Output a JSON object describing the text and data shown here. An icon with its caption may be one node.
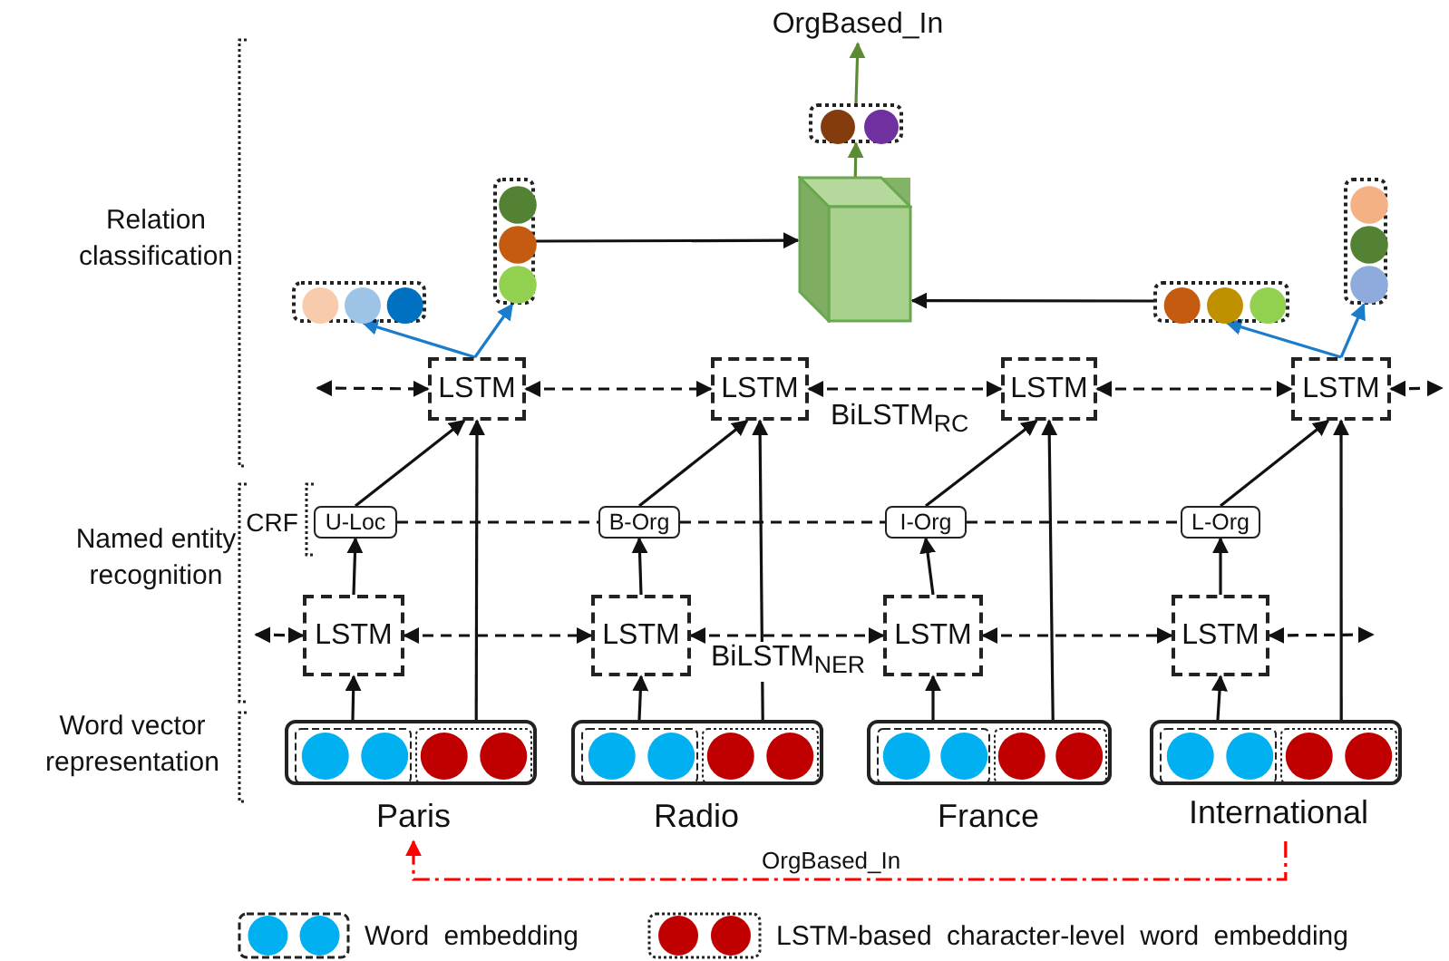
{
  "diagram": {
    "nodes": [
      {
        "text": [
          "OrgBased_In"
        ]
      },
      {
        "text": [],
        "shape": "bar"
      },
      {
        "text": [],
        "shape": "box"
      },
      {
        "text": [],
        "shape": "bar"
      },
      {
        "text": [],
        "shape": "bar"
      },
      {
        "text": [],
        "shape": "bar"
      },
      {
        "text": [],
        "shape": "bar"
      },
      {
        "text": [
          "LSTM"
        ]
      },
      {
        "text": [
          "LSTM"
        ]
      },
      {
        "text": [
          "LSTM"
        ]
      },
      {
        "text": [
          "LSTM"
        ]
      },
      {
        "text": [
          "U-Loc"
        ]
      },
      {
        "text": [
          "B-Org"
        ]
      },
      {
        "text": [
          "I-Org"
        ]
      },
      {
        "text": [
          "L-Org"
        ]
      },
      {
        "text": [
          "LSTM"
        ]
      },
      {
        "text": [
          "LSTM"
        ]
      },
      {
        "text": [
          "LSTM"
        ]
      },
      {
        "text": [
          "LSTM"
        ]
      },
      {
        "text": [],
        "shape": "bar"
      },
      {
        "text": [],
        "shape": "bar"
      },
      {
        "text": [],
        "shape": "bar"
      },
      {
        "text": [],
        "shape": "bar"
      },
      {
        "text": [
          "Paris"
        ]
      },
      {
        "text": [
          "Radio"
        ]
      },
      {
        "text": [
          "France"
        ]
      },
      {
        "text": [
          "International"
        ]
      }
    ],
    "edges": [
      {
        "from": 2,
        "to": 1,
        "arrow": "to",
        "color": "#5b8c32"
      },
      {
        "from": 1,
        "to": 0,
        "arrow": "to",
        "color": "#5b8c32"
      },
      {
        "from": 3,
        "to": 2,
        "arrow": "to"
      },
      {
        "from": 6,
        "to": 2,
        "arrow": "to"
      },
      {
        "from": 7,
        "to": 5,
        "arrow": "to",
        "color": "#1b7ccc"
      },
      {
        "from": 7,
        "to": 3,
        "arrow": "to",
        "color": "#1b7ccc"
      },
      {
        "from": 10,
        "to": 6,
        "arrow": "to",
        "color": "#1b7ccc"
      },
      {
        "from": 10,
        "to": 4,
        "arrow": "to",
        "color": "#1b7ccc"
      },
      {
        "from": null,
        "to": 7,
        "arrow": "both",
        "style": "dashed"
      },
      {
        "from": 7,
        "to": 8,
        "arrow": "both",
        "style": "dashed"
      },
      {
        "from": 8,
        "to": 9,
        "arrow": "both",
        "style": "dashed"
      },
      {
        "from": 9,
        "to": 10,
        "arrow": "both",
        "style": "dashed"
      },
      {
        "from": 10,
        "to": null,
        "arrow": "both",
        "style": "dashed"
      },
      {
        "from": null,
        "to": 15,
        "arrow": "both",
        "style": "dashed"
      },
      {
        "from": 15,
        "to": 16,
        "arrow": "both",
        "style": "dashed"
      },
      {
        "from": 16,
        "to": 17,
        "arrow": "both",
        "style": "dashed"
      },
      {
        "from": 17,
        "to": 18,
        "arrow": "both",
        "style": "dashed"
      },
      {
        "from": 18,
        "to": null,
        "arrow": "both",
        "style": "dashed"
      },
      {
        "from": 11,
        "to": 12,
        "arrow": "none",
        "style": "dashed"
      },
      {
        "from": 12,
        "to": 13,
        "arrow": "none",
        "style": "dashed"
      },
      {
        "from": 13,
        "to": 14,
        "arrow": "none",
        "style": "dashed"
      },
      {
        "from": 15,
        "to": 11,
        "arrow": "to"
      },
      {
        "from": 16,
        "to": 12,
        "arrow": "to"
      },
      {
        "from": 17,
        "to": 13,
        "arrow": "to"
      },
      {
        "from": 18,
        "to": 14,
        "arrow": "to"
      },
      {
        "from": 19,
        "to": 15,
        "arrow": "to"
      },
      {
        "from": 20,
        "to": 16,
        "arrow": "to"
      },
      {
        "from": 21,
        "to": 17,
        "arrow": "to"
      },
      {
        "from": 22,
        "to": 18,
        "arrow": "to"
      },
      {
        "from": 19,
        "to": 7,
        "arrow": "to"
      },
      {
        "from": 20,
        "to": 8,
        "arrow": "to"
      },
      {
        "from": 21,
        "to": 9,
        "arrow": "to"
      },
      {
        "from": 22,
        "to": 10,
        "arrow": "to"
      },
      {
        "from": 11,
        "to": 7,
        "arrow": "to"
      },
      {
        "from": 12,
        "to": 8,
        "arrow": "to"
      },
      {
        "from": 13,
        "to": 9,
        "arrow": "to"
      },
      {
        "from": 14,
        "to": 10,
        "arrow": "to"
      },
      {
        "from": 26,
        "to": 23,
        "arrow": "to",
        "label": "OrgBased_In",
        "style": "dashed",
        "color": "#ff0000"
      }
    ],
    "labels": [
      "Relation classification",
      "BiLSTM$_{RC}$",
      "CRF",
      "Named entity recognition",
      "BiLSTM$_{NER}$",
      "Word vector representation"
    ],
    "legend": [
      {
        "text": "Word embedding"
      },
      {
        "text": "LSTM-based character-level word embedding"
      }
    ]
  }
}
